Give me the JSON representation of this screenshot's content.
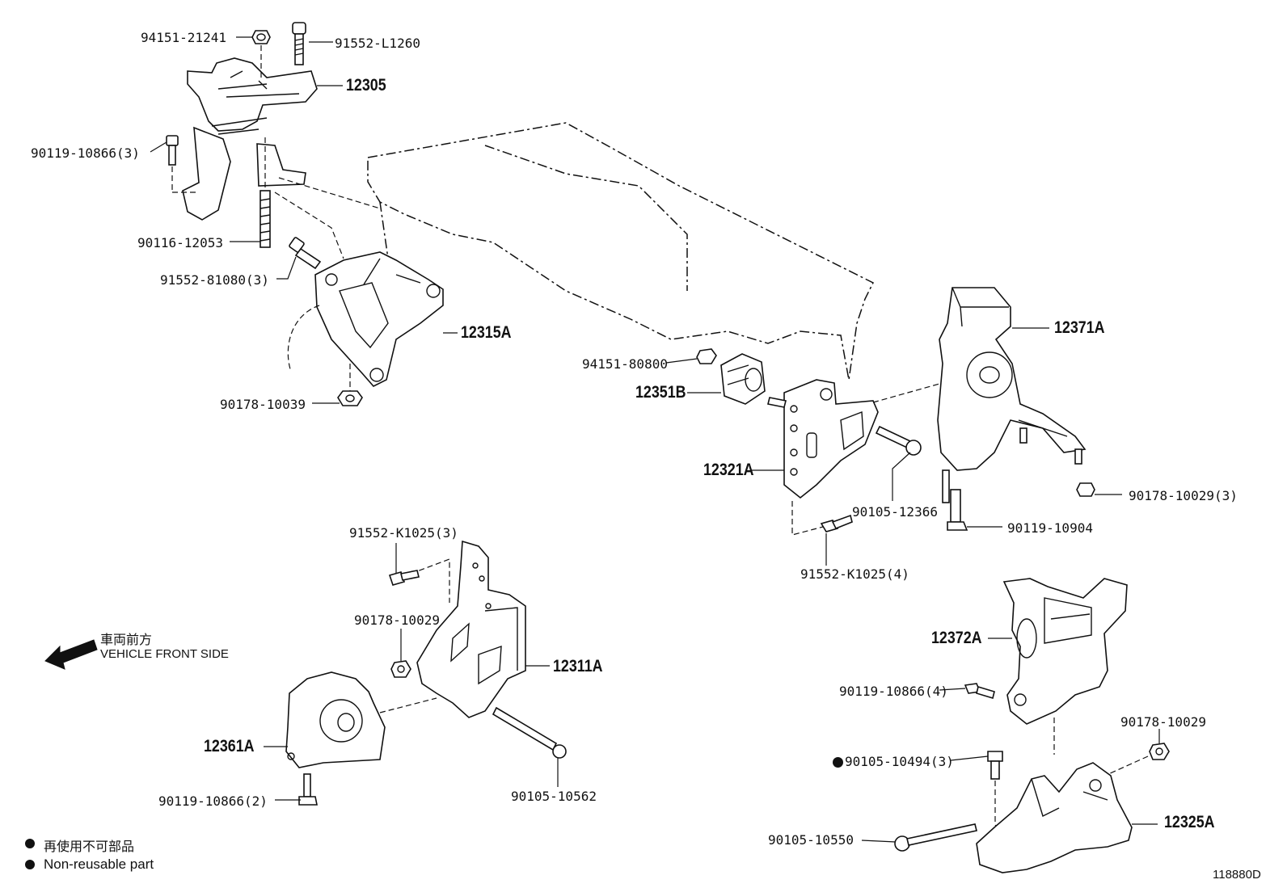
{
  "part_labels": {
    "p94151_21241": "94151-21241",
    "p91552_L1260": "91552-L1260",
    "p12305": "12305",
    "p90119_10866_3": "90119-10866(3)",
    "p90116_12053": "90116-12053",
    "p91552_81080_3": "91552-81080(3)",
    "p12315A": "12315A",
    "p90178_10039": "90178-10039",
    "p94151_80800": "94151-80800",
    "p12351B": "12351B",
    "p12321A": "12321A",
    "p90105_12366": "90105-12366",
    "p91552_K1025_4": "91552-K1025(4)",
    "p12371A": "12371A",
    "p90178_10029_3": "90178-10029(3)",
    "p90119_10904": "90119-10904",
    "p91552_K1025_3": "91552-K1025(3)",
    "p90178_10029_a": "90178-10029",
    "p12311A": "12311A",
    "p12361A": "12361A",
    "p90119_10866_2": "90119-10866(2)",
    "p90105_10562": "90105-10562",
    "p12372A": "12372A",
    "p90119_10866_4": "90119-10866(4)",
    "p90178_10029_b": "90178-10029",
    "p90105_10494_3": "90105-10494(3)",
    "p90105_10550": "90105-10550",
    "p12325A": "12325A"
  },
  "direction": {
    "jp": "車両前方",
    "en": "VEHICLE FRONT SIDE"
  },
  "legend": {
    "jp": "再使用不可部品",
    "en": "Non-reusable part"
  },
  "diagram_id": "118880D",
  "icons": {
    "arrow": "front-direction-arrow-icon",
    "bullet": "non-reusable-dot-icon"
  }
}
